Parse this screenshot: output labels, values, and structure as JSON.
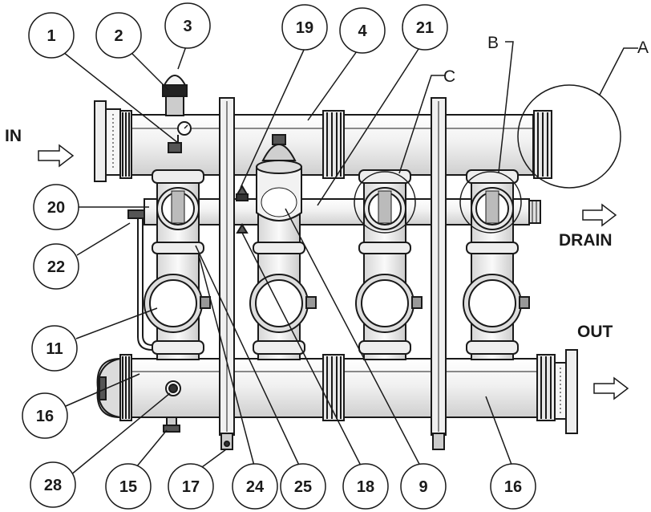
{
  "colors": {
    "ink": "#1a1a1a",
    "pipe": "#f4f4f4",
    "shade": "#cfcfcf"
  },
  "labels": {
    "in": "IN",
    "drain": "DRAIN",
    "out": "OUT",
    "detail_a": "A",
    "detail_b": "B",
    "detail_c": "C"
  },
  "callouts": {
    "c1": "1",
    "c2": "2",
    "c3": "3",
    "c19": "19",
    "c4": "4",
    "c21": "21",
    "c20": "20",
    "c22": "22",
    "c11": "11",
    "c16a": "16",
    "c28": "28",
    "c15": "15",
    "c17": "17",
    "c24": "24",
    "c25": "25",
    "c18": "18",
    "c9": "9",
    "c16b": "16"
  }
}
